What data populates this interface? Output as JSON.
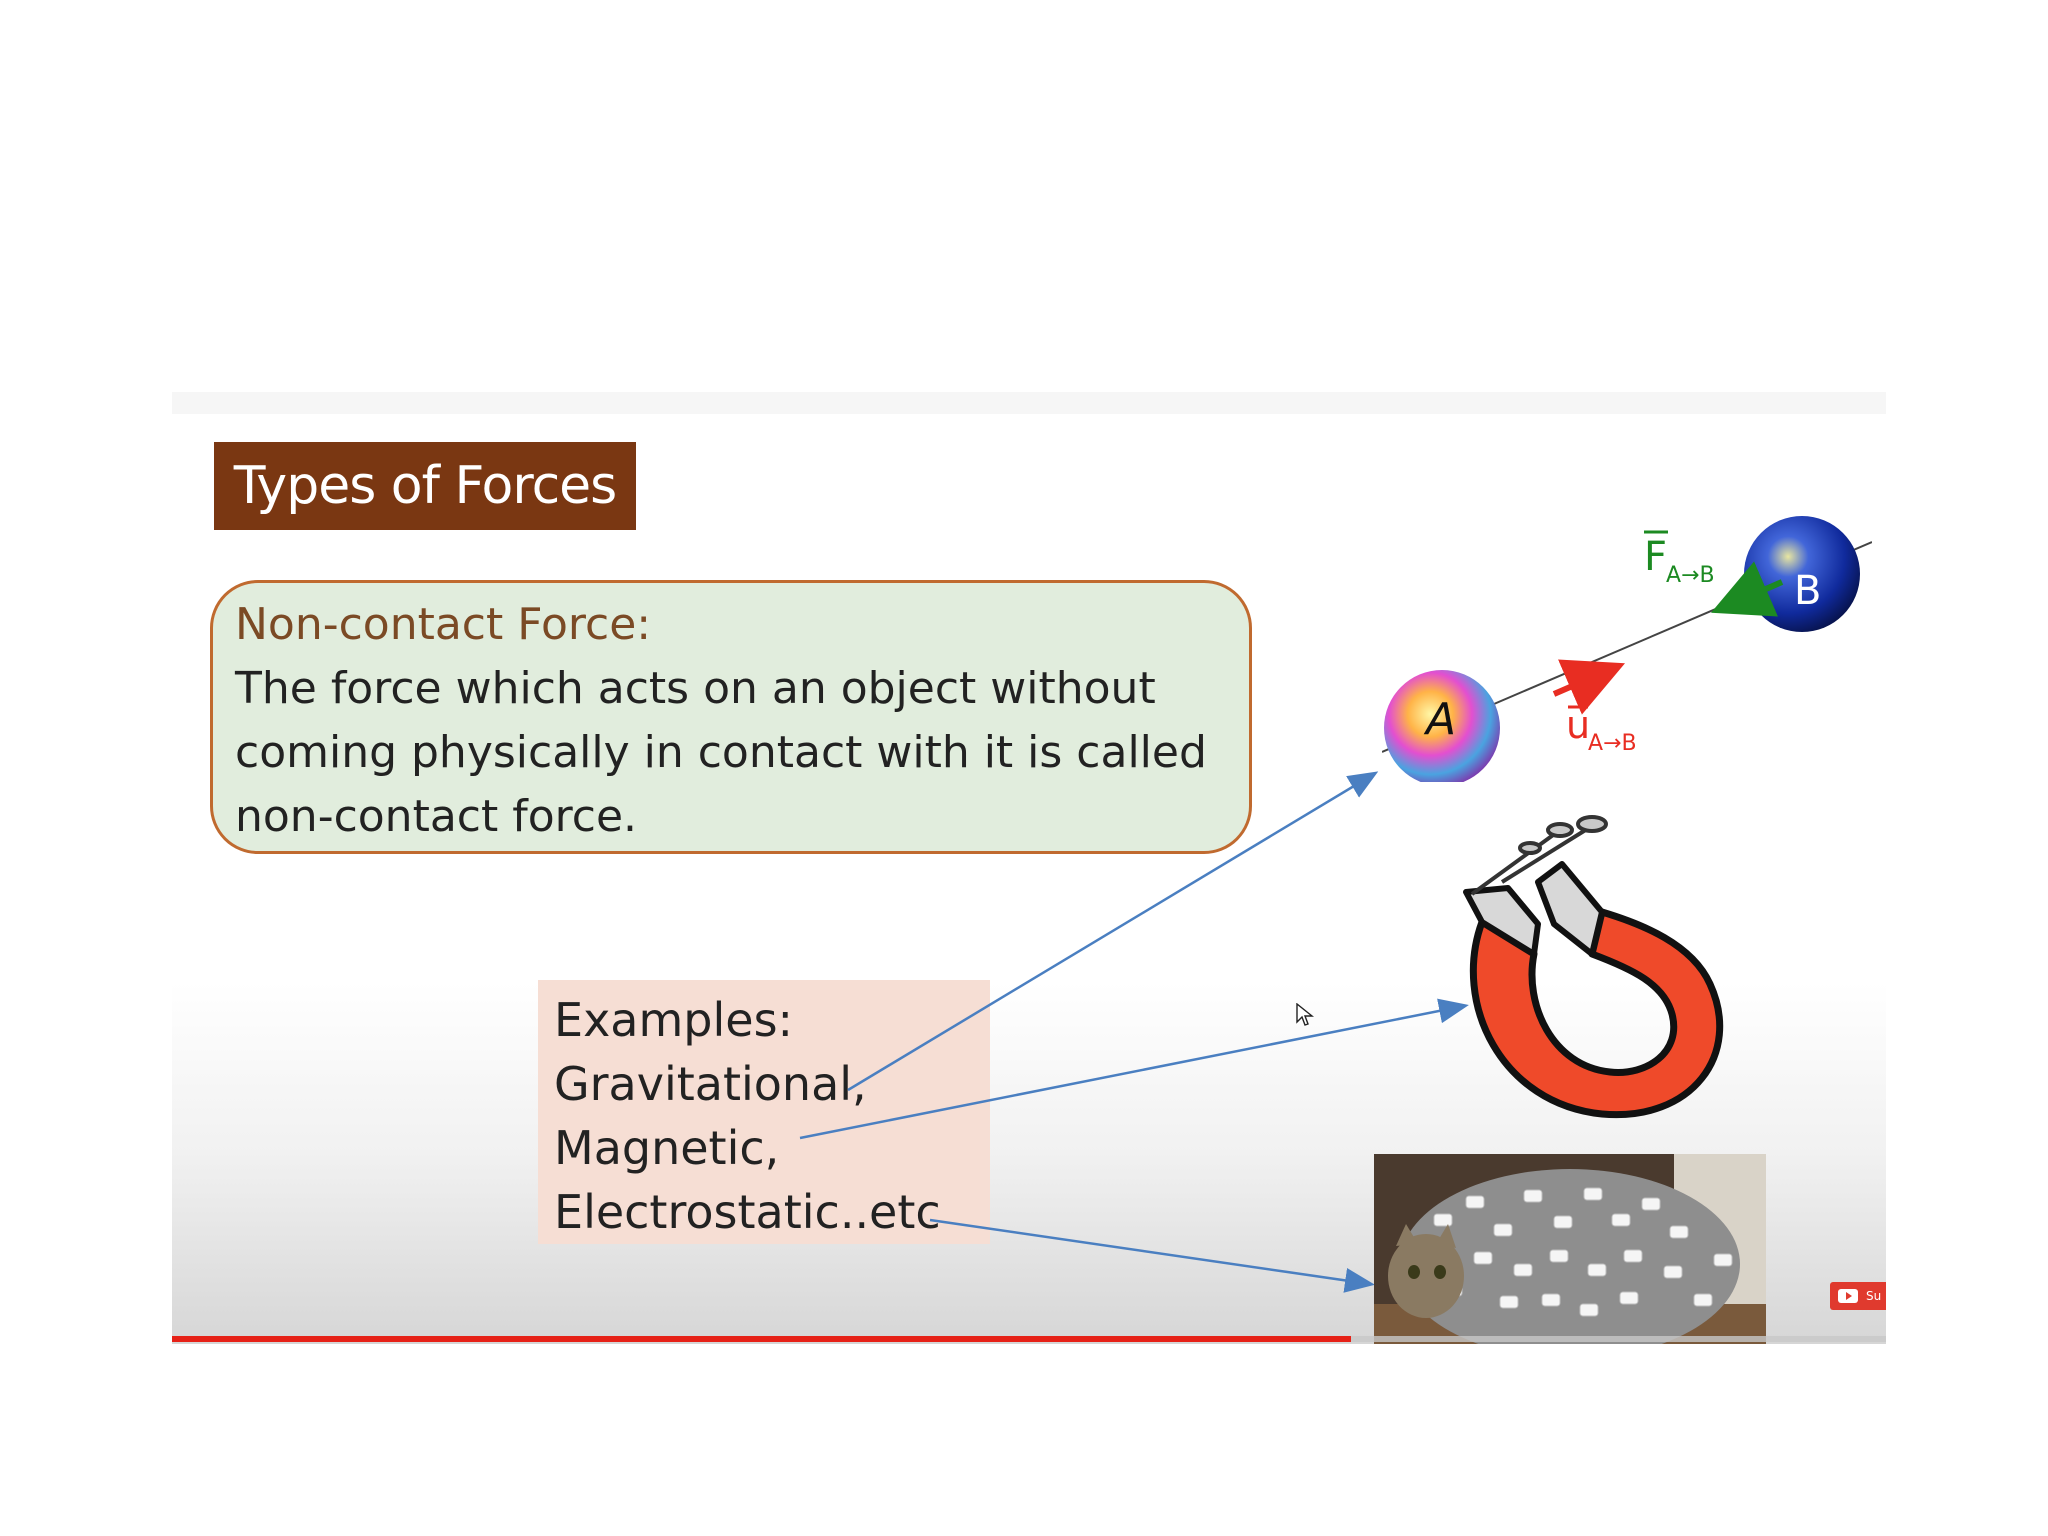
{
  "slide": {
    "title": "Types of Forces",
    "definition": {
      "heading": "Non-contact Force:",
      "text": "The force which acts on an object without coming physically in contact with it is called non-contact force."
    },
    "examples": {
      "heading": "Examples:",
      "items": [
        "Gravitational,",
        "Magnetic,",
        "Electrostatic..etc"
      ]
    },
    "gravity_diagram": {
      "sphere_a_label": "A",
      "sphere_b_label": "B",
      "force_label": "F",
      "force_subscript": "A→B",
      "unit_label": "u",
      "unit_subscript": "A→B"
    }
  },
  "player": {
    "progress_fraction": 0.688,
    "subscribe_label": "Su",
    "colors": {
      "progress": "#e62117",
      "title_bg": "#7a3712",
      "definition_bg": "#e1eddd",
      "definition_border": "#c06a2f",
      "examples_bg": "#f6ded4",
      "arrow": "#4a7fc1"
    }
  },
  "icons": {
    "cursor": "mouse-pointer-icon",
    "subscribe": "youtube-play-icon"
  }
}
